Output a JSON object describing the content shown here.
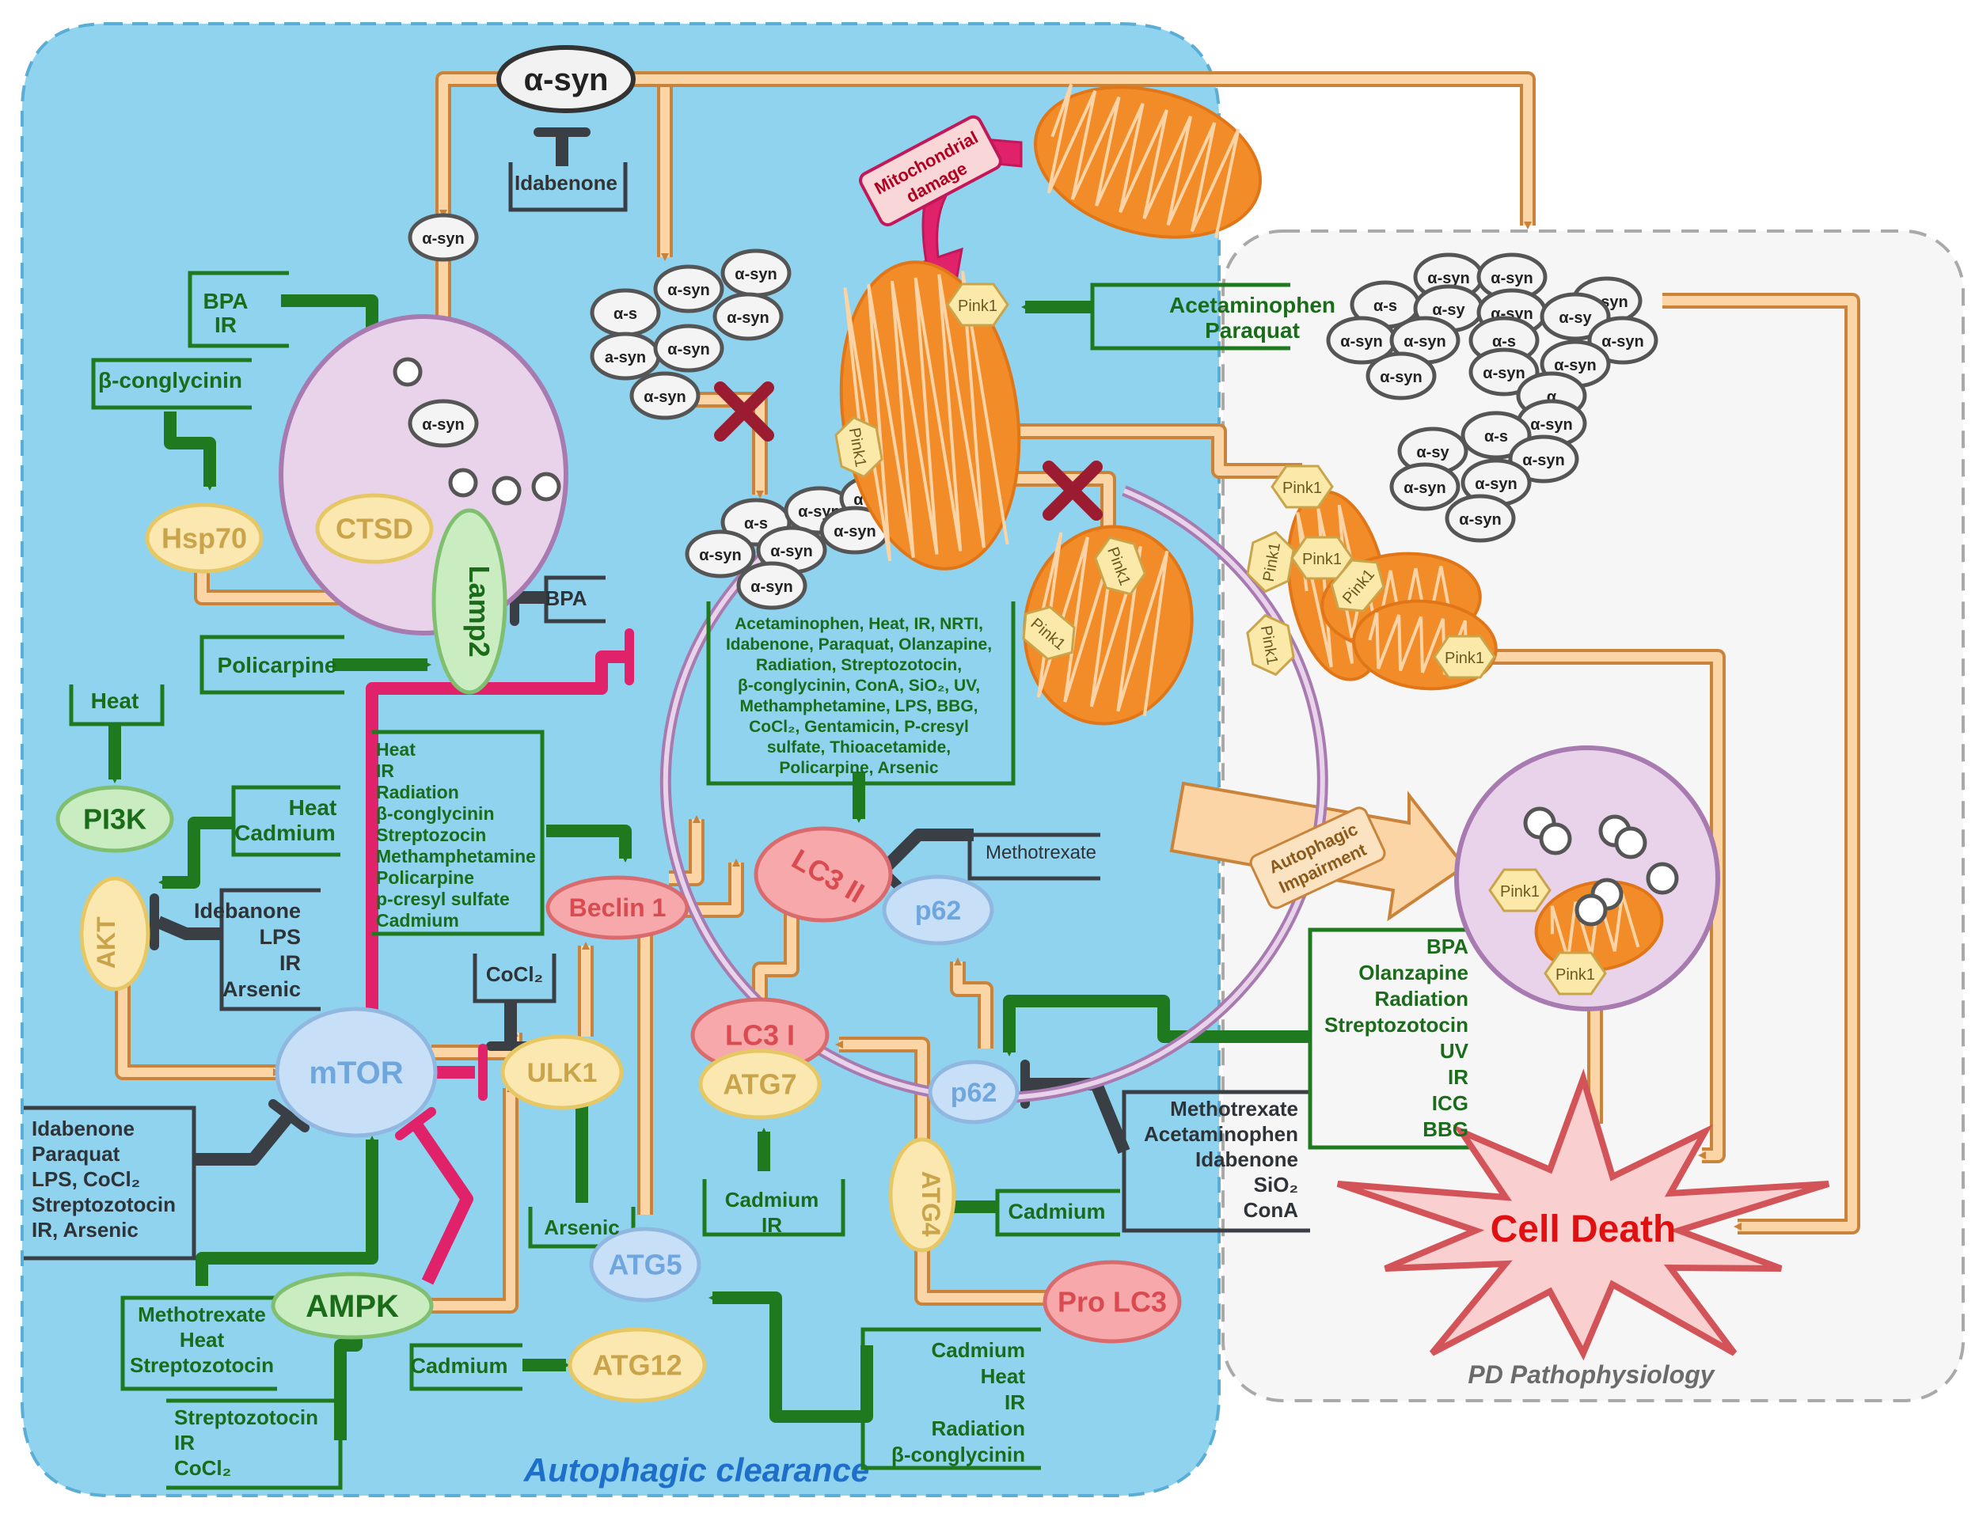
{
  "regions": {
    "autophagic_clearance": "Autophagic clearance",
    "pd_pathophysiology": "PD Pathophysiology"
  },
  "alpha_syn": {
    "main": "α-syn",
    "monomer": "α-syn",
    "variant": "a-syn",
    "fragment": "α-s",
    "fragment2": "α-sy",
    "fragment3": "α-sy",
    "fragment4": "α-s",
    "fragment5": "α",
    "fragment6": "α-sy"
  },
  "nodes": {
    "hsp70": "Hsp70",
    "ctsd": "CTSD",
    "lamp2": "Lamp2",
    "pi3k": "PI3K",
    "akt": "AKT",
    "mtor": "mTOR",
    "ulk1": "ULK1",
    "beclin1": "Beclin 1",
    "ampk": "AMPK",
    "atg5": "ATG5",
    "atg12": "ATG12",
    "lc3i": "LC3 I",
    "lc3ii": "LC3 II",
    "atg7": "ATG7",
    "atg4": "ATG4",
    "pro_lc3": "Pro LC3",
    "p62": "p62",
    "p62_b": "p62",
    "pink1": "Pink1",
    "cell_death": "Cell Death",
    "mito_damage_1": "Mitochondrial",
    "mito_damage_2": "damage",
    "auto_impair_1": "Autophagic",
    "auto_impair_2": "Impairment"
  },
  "labels": {
    "idabenone": "Idabenone",
    "bpa": "BPA",
    "ir": "IR",
    "beta_conglycinin": "β-conglycinin",
    "bpa_inhib": "BPA",
    "policarpine": "Policarpine",
    "heat": "Heat",
    "acetaminophen": "Acetaminophen",
    "paraquat": "Paraquat",
    "heat2": "Heat",
    "cadmium2": "Cadmium",
    "akt_inhib": [
      "Idebanone",
      "LPS",
      "IR",
      "Arsenic"
    ],
    "beclin_list": [
      "Heat",
      "IR",
      "Radiation",
      "β-conglycinin",
      "Streptozocin",
      "Methamphetamine",
      "Policarpine",
      "p-cresyl sulfate",
      "Cadmium"
    ],
    "big_list": [
      "Acetaminophen, Heat, IR, NRTI,",
      "Idabenone, Paraquat, Olanzapine,",
      "Radiation, Streptozotocin,",
      "β-conglycinin, ConA, SiO₂, UV,",
      "Methamphetamine, LPS, BBG,",
      "CoCl₂, Gentamicin, P-cresyl",
      "sulfate, Thioacetamide,",
      "Policarpine, Arsenic"
    ],
    "methotrexate": "Methotrexate",
    "cocl2": "CoCl₂",
    "mtor_inhib": [
      "Idabenone",
      "Paraquat",
      "LPS, CoCl₂",
      "Streptozotocin",
      "IR, Arsenic"
    ],
    "ampk_act": [
      "Methotrexate",
      "Heat",
      "Streptozotocin"
    ],
    "arsenic": "Arsenic",
    "cadmium_ir": [
      "Cadmium",
      "IR"
    ],
    "cadmium_atg4": "Cadmium",
    "cadmium_atg12": "Cadmium",
    "ampk_up": [
      "Streptozotocin",
      "IR",
      "CoCl₂"
    ],
    "atg5_list": [
      "Cadmium",
      "Heat",
      "IR",
      "Radiation",
      "β-conglycinin"
    ],
    "p62_inhib": [
      "Methotrexate",
      "Acetaminophen",
      "Idabenone",
      "SiO₂",
      "ConA"
    ],
    "p62_act": [
      "BPA",
      "Olanzapine",
      "Radiation",
      "Streptozotocin",
      "UV",
      "IR",
      "ICG",
      "BBG"
    ]
  },
  "colors": {
    "cell_bg": "#8fd3ef",
    "pd_bg": "#f6f6f6",
    "orange_arrow": "#c9833a",
    "orange_fill": "#fbd5a6",
    "green": "#1f7a1f",
    "green_text": "#1a6b1a",
    "dark": "#3a3f45",
    "magenta": "#e0226a",
    "lavender": "#e9d3ea",
    "lav_stroke": "#a77ab0",
    "yellow_node": "#fae8b0",
    "yellow_text": "#c9a44a",
    "pink_node": "#f6a8aa",
    "pink_text": "#d94b50",
    "blue_node": "#c7e0f7",
    "blue_text": "#6fa6dd",
    "mito": "#f28c28",
    "red_x": "#9b1b30"
  }
}
